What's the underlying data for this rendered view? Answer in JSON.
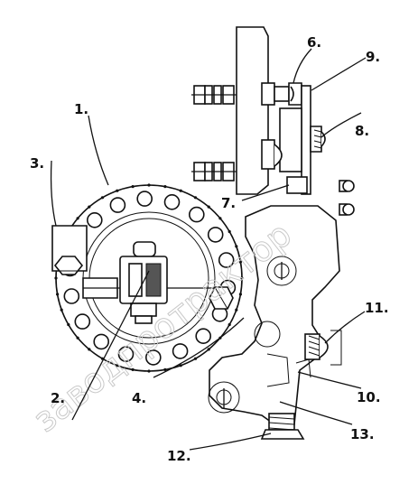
{
  "watermark": "заводпротрактор",
  "callouts": [
    {
      "id": "1",
      "text": "1."
    },
    {
      "id": "2",
      "text": "2."
    },
    {
      "id": "3",
      "text": "3."
    },
    {
      "id": "4",
      "text": "4."
    },
    {
      "id": "6",
      "text": "6."
    },
    {
      "id": "7",
      "text": "7."
    },
    {
      "id": "8",
      "text": "8."
    },
    {
      "id": "9",
      "text": "9."
    },
    {
      "id": "10",
      "text": "10."
    },
    {
      "id": "11",
      "text": "11."
    },
    {
      "id": "12",
      "text": "12."
    },
    {
      "id": "13",
      "text": "13."
    }
  ]
}
